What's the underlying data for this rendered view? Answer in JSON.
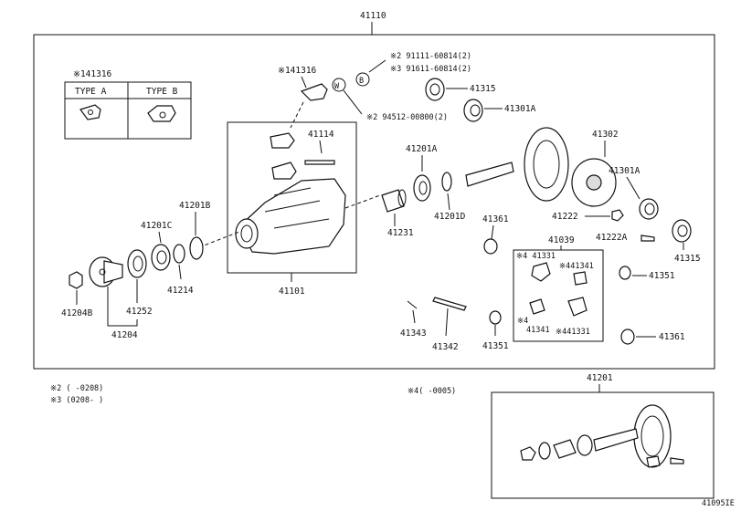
{
  "diagram": {
    "main_assembly_label": "41110",
    "figure_code": "41095IE",
    "type_box": {
      "title": "※141316",
      "type_a": "TYPE  A",
      "type_b": "TYPE  B"
    },
    "bolt_notes": [
      {
        "mark": "※2",
        "part": "91111-60814(2)"
      },
      {
        "mark": "※3",
        "part": "91611-60814(2)"
      },
      {
        "mark": "※2",
        "part": "94512-00800(2)"
      }
    ],
    "circle_marks": {
      "b": "B",
      "w": "W"
    },
    "parts": {
      "p141316": "※141316",
      "p41114": "41114",
      "p41315a": "41315",
      "p41301a": "41301A",
      "p41302": "41302",
      "p41201a": "41201A",
      "p41301a2": "41301A",
      "p41222": "41222",
      "p41222a": "41222A",
      "p41315b": "41315",
      "p41231": "41231",
      "p41201d": "41201D",
      "p41361a": "41361",
      "p41039": "41039",
      "p41351a": "41351",
      "p41201b": "41201B",
      "p41201c": "41201C",
      "p41214": "41214",
      "p41204b": "41204B",
      "p41252": "41252",
      "p41204": "41204",
      "p41101": "41101",
      "p41343": "41343",
      "p41342": "41342",
      "p41351b": "41351",
      "p41361b": "41361",
      "p41201": "41201"
    },
    "kit_box": {
      "k41331a": "※4 41331",
      "k41341a": "※441341",
      "k41341b": "※4\n41341",
      "k41331b": "※441331"
    },
    "footnotes": {
      "n2": "※2 (     -0208)",
      "n3": "※3 (0208-     )",
      "n4": "※4(    -0005)"
    }
  }
}
